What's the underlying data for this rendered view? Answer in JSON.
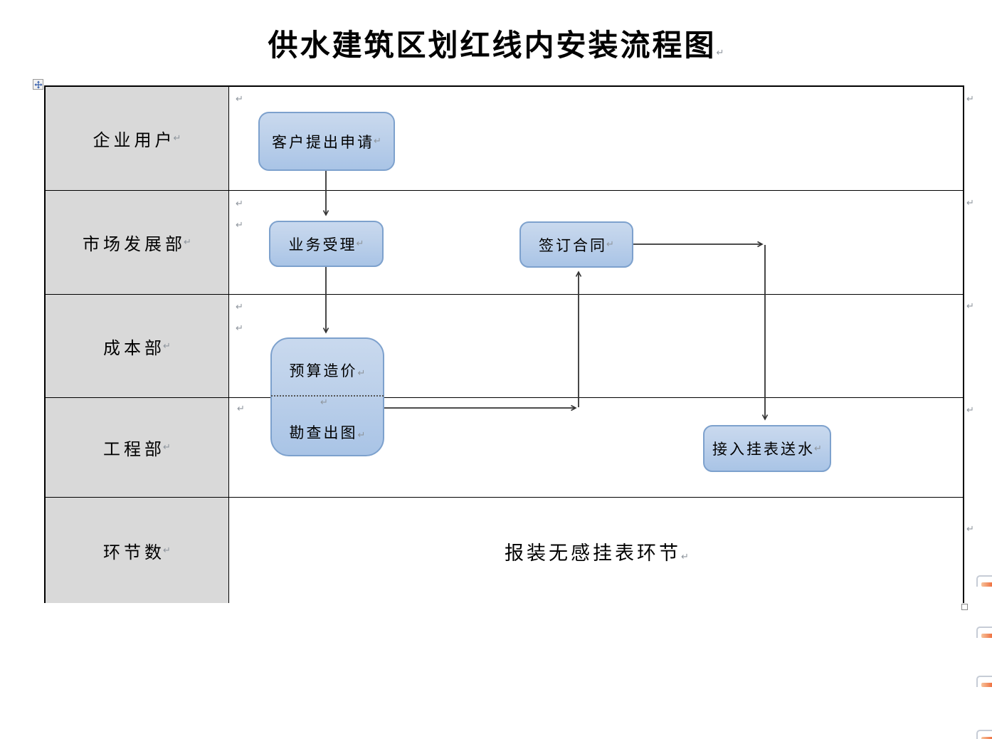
{
  "page": {
    "title": "供水建筑区划红线内安装流程图",
    "pilcrow": "↵"
  },
  "lanes": {
    "enterprise_user": "企业用户",
    "market_dev": "市场发展部",
    "cost_dept": "成本部",
    "engineering": "工程部",
    "step_count": "环节数"
  },
  "nodes": {
    "client_apply": "客户提出申请",
    "business_accept": "业务受理",
    "sign_contract": "签订合同",
    "budget_cost": "预算造价",
    "survey_drawing": "勘查出图",
    "connect_meter": "接入挂表送水"
  },
  "footer": {
    "text": "报装无感挂表环节"
  },
  "colors": {
    "node_fill_top": "#c9d9ee",
    "node_fill_bottom": "#a9c4e6",
    "node_border": "#7da1cd",
    "lane_bg": "#d9d9d9",
    "table_border": "#000000",
    "connector": "#333333",
    "pilcrow": "#8f969e",
    "handle_icon": "#3a62ad",
    "margin_mark_orange": "#ed5c2a"
  }
}
